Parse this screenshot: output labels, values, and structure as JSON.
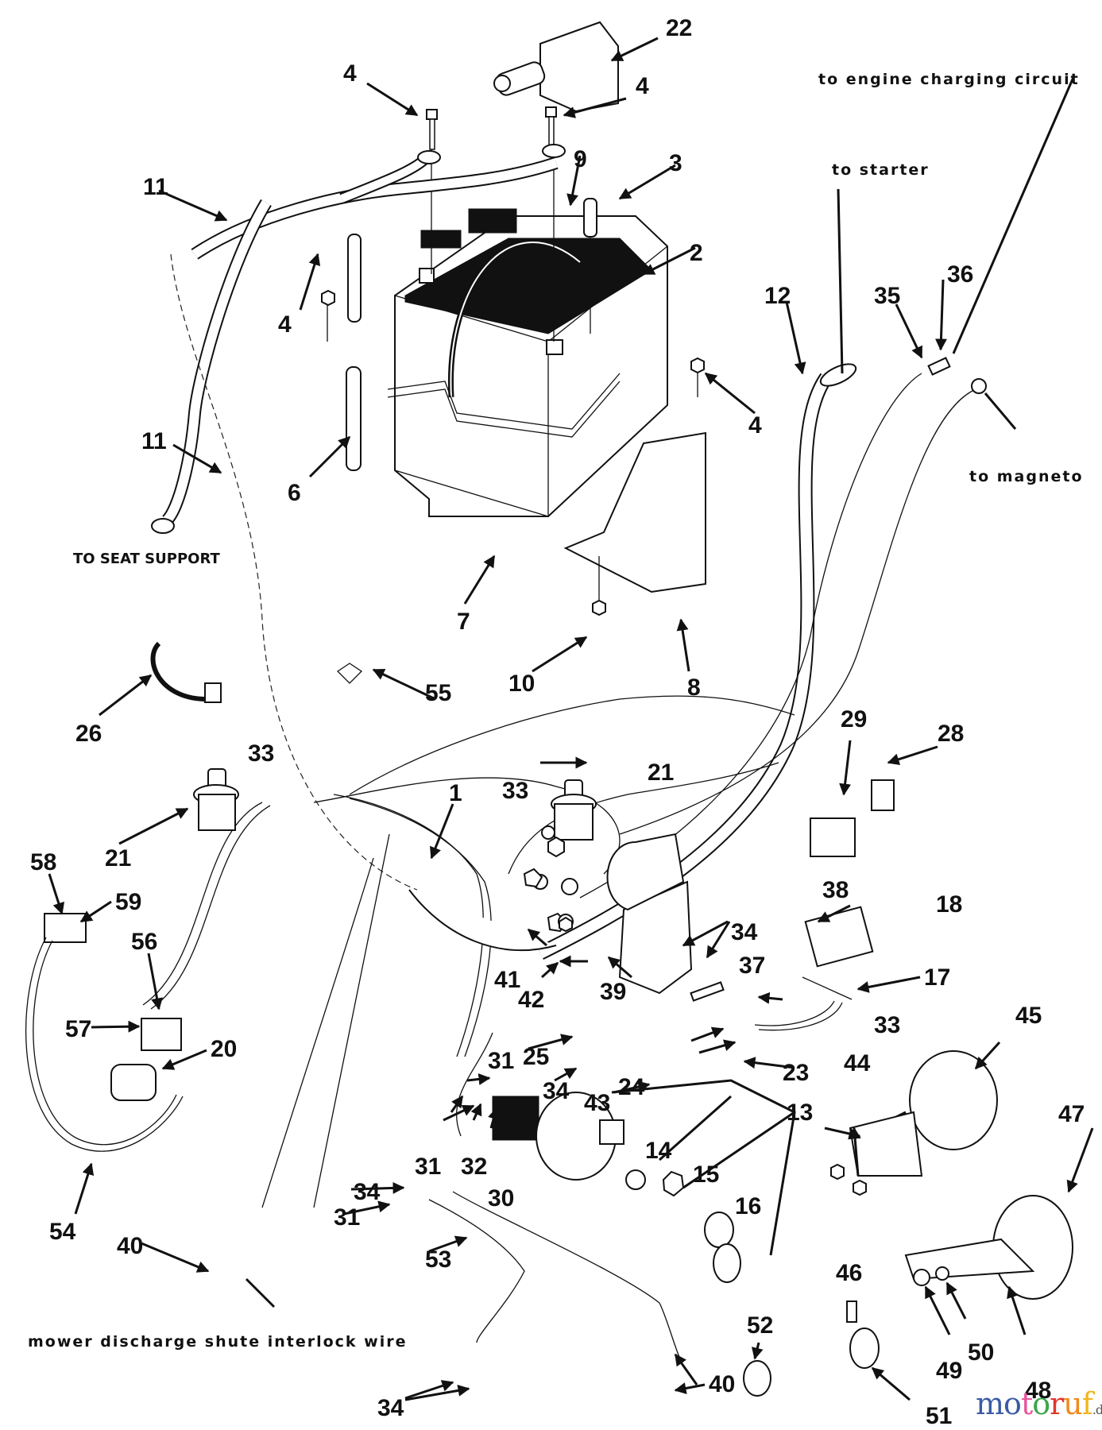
{
  "diagram": {
    "type": "exploded-parts-wiring-diagram",
    "subject": "Lawn tractor battery & electrical harness",
    "notes": {
      "engine_charging": "to engine charging circuit",
      "starter": "to starter",
      "magneto": "to magneto",
      "seat_support": "TO SEAT SUPPORT",
      "interlock": "mower discharge shute interlock wire"
    },
    "callouts": [
      {
        "id": "c1",
        "label": "1"
      },
      {
        "id": "c2",
        "label": "2"
      },
      {
        "id": "c3",
        "label": "3"
      },
      {
        "id": "c4a",
        "label": "4"
      },
      {
        "id": "c4b",
        "label": "4"
      },
      {
        "id": "c4c",
        "label": "4"
      },
      {
        "id": "c4d",
        "label": "4"
      },
      {
        "id": "c6",
        "label": "6"
      },
      {
        "id": "c7",
        "label": "7"
      },
      {
        "id": "c8",
        "label": "8"
      },
      {
        "id": "c9",
        "label": "9"
      },
      {
        "id": "c10",
        "label": "10"
      },
      {
        "id": "c11a",
        "label": "11"
      },
      {
        "id": "c11b",
        "label": "11"
      },
      {
        "id": "c12",
        "label": "12"
      },
      {
        "id": "c13",
        "label": "13"
      },
      {
        "id": "c14",
        "label": "14"
      },
      {
        "id": "c15",
        "label": "15"
      },
      {
        "id": "c16",
        "label": "16"
      },
      {
        "id": "c17",
        "label": "17"
      },
      {
        "id": "c18",
        "label": "18"
      },
      {
        "id": "c20",
        "label": "20"
      },
      {
        "id": "c21a",
        "label": "21"
      },
      {
        "id": "c21b",
        "label": "21"
      },
      {
        "id": "c22",
        "label": "22"
      },
      {
        "id": "c23",
        "label": "23"
      },
      {
        "id": "c24",
        "label": "24"
      },
      {
        "id": "c25",
        "label": "25"
      },
      {
        "id": "c26",
        "label": "26"
      },
      {
        "id": "c28",
        "label": "28"
      },
      {
        "id": "c29",
        "label": "29"
      },
      {
        "id": "c30",
        "label": "30"
      },
      {
        "id": "c31a",
        "label": "31"
      },
      {
        "id": "c31b",
        "label": "31"
      },
      {
        "id": "c31c",
        "label": "31"
      },
      {
        "id": "c32",
        "label": "32"
      },
      {
        "id": "c33a",
        "label": "33"
      },
      {
        "id": "c33b",
        "label": "33"
      },
      {
        "id": "c33c",
        "label": "33"
      },
      {
        "id": "c34a",
        "label": "34"
      },
      {
        "id": "c34b",
        "label": "34"
      },
      {
        "id": "c34c",
        "label": "34"
      },
      {
        "id": "c34d",
        "label": "34"
      },
      {
        "id": "c35",
        "label": "35"
      },
      {
        "id": "c36",
        "label": "36"
      },
      {
        "id": "c37",
        "label": "37"
      },
      {
        "id": "c38",
        "label": "38"
      },
      {
        "id": "c39",
        "label": "39"
      },
      {
        "id": "c40a",
        "label": "40"
      },
      {
        "id": "c40b",
        "label": "40"
      },
      {
        "id": "c41",
        "label": "41"
      },
      {
        "id": "c42",
        "label": "42"
      },
      {
        "id": "c43",
        "label": "43"
      },
      {
        "id": "c44",
        "label": "44"
      },
      {
        "id": "c45",
        "label": "45"
      },
      {
        "id": "c46",
        "label": "46"
      },
      {
        "id": "c47",
        "label": "47"
      },
      {
        "id": "c48",
        "label": "48"
      },
      {
        "id": "c49",
        "label": "49"
      },
      {
        "id": "c50",
        "label": "50"
      },
      {
        "id": "c51",
        "label": "51"
      },
      {
        "id": "c52",
        "label": "52"
      },
      {
        "id": "c53",
        "label": "53"
      },
      {
        "id": "c54",
        "label": "54"
      },
      {
        "id": "c55",
        "label": "55"
      },
      {
        "id": "c56",
        "label": "56"
      },
      {
        "id": "c57",
        "label": "57"
      },
      {
        "id": "c58",
        "label": "58"
      },
      {
        "id": "c59",
        "label": "59"
      }
    ]
  },
  "watermark": {
    "letters": [
      {
        "ch": "m",
        "color": "#3b5ba5"
      },
      {
        "ch": "o",
        "color": "#3b5ba5"
      },
      {
        "ch": "t",
        "color": "#e8549a"
      },
      {
        "ch": "o",
        "color": "#3aa64a"
      },
      {
        "ch": "r",
        "color": "#e0372e"
      },
      {
        "ch": "u",
        "color": "#f08a1c"
      },
      {
        "ch": "f",
        "color": "#f2b51a"
      }
    ],
    "suffix": ".de"
  }
}
